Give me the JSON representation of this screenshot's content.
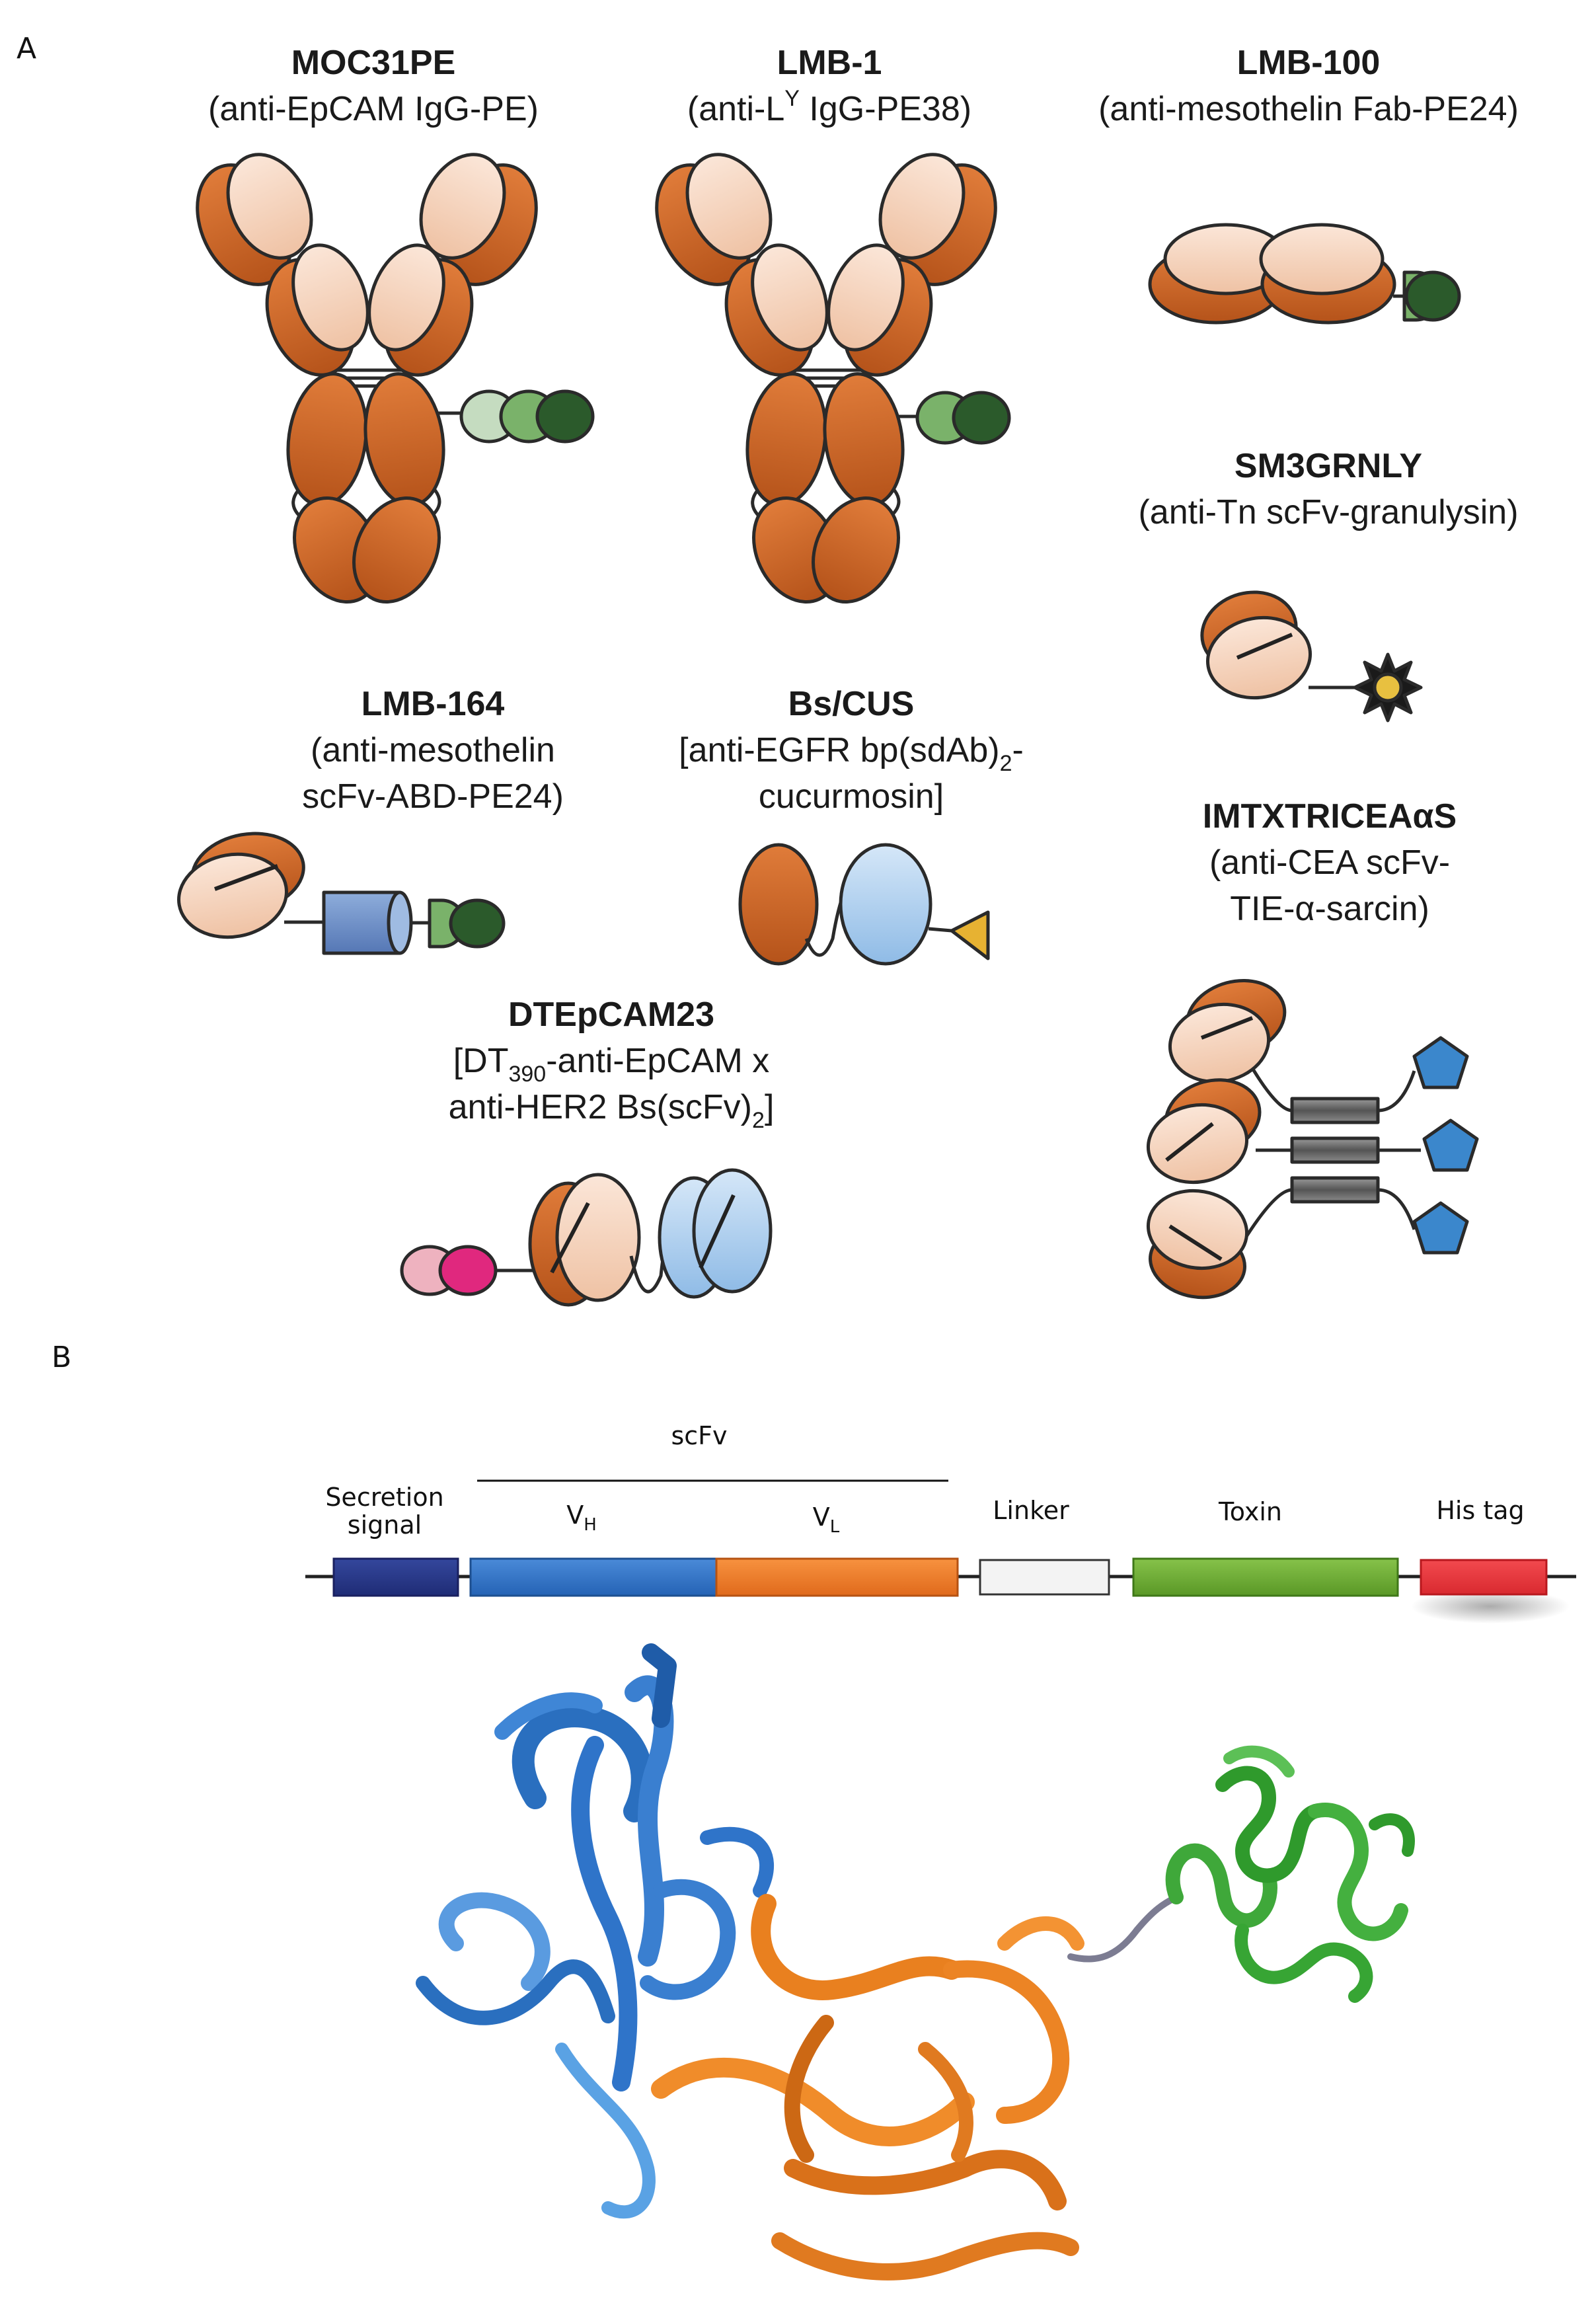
{
  "panels": {
    "a": "A",
    "b": "B"
  },
  "constructs": {
    "moc31pe": {
      "title": "MOC31PE",
      "line1": "(anti-EpCAM IgG-PE)"
    },
    "lmb1": {
      "title": "LMB-1",
      "line1_pre": "(anti-L",
      "line1_sup": "Y",
      "line1_post": " IgG-PE38)"
    },
    "lmb100": {
      "title": "LMB-100",
      "line1": "(anti-mesothelin Fab-PE24)"
    },
    "sm3grnly": {
      "title": "SM3GRNLY",
      "line1": "(anti-Tn scFv-granulysin)"
    },
    "lmb164": {
      "title": "LMB-164",
      "line1": "(anti-mesothelin",
      "line2": "scFv-ABD-PE24)"
    },
    "bscus": {
      "title": "Bs/CUS",
      "line1_pre": "[anti-EGFR bp(sdAb)",
      "line1_sub": "2",
      "line1_post": "-",
      "line2": "cucurmosin]"
    },
    "imtx": {
      "title": "IMTXTRICEAαS",
      "line1": "(anti-CEA scFv-",
      "line2": "TIE-α-sarcin)"
    },
    "dtepcam23": {
      "title": "DTEpCAM23",
      "line1_pre": "[DT",
      "line1_sub": "390",
      "line1_post": "-anti-EpCAM x",
      "line2_pre": "anti-HER2 Bs(scFv)",
      "line2_sub": "2",
      "line2_post": "]"
    }
  },
  "construct_b": {
    "group_label": "scFv",
    "segments": [
      {
        "label_line1": "Secretion",
        "label_line2": "signal",
        "color": "#2a3a8c"
      },
      {
        "label": "V",
        "sub": "H",
        "color": "#2f74c9"
      },
      {
        "label": "V",
        "sub": "L",
        "color": "#ef7a2a"
      },
      {
        "label": "Linker",
        "color": "#f2f2f2"
      },
      {
        "label": "Toxin",
        "color": "#6aaa2e"
      },
      {
        "label": "His tag",
        "color": "#e8353b"
      }
    ]
  },
  "colors": {
    "heavy": "#c8601e",
    "light": "#f6d4be",
    "vh_blue": "#a9cdee",
    "abd": "#6c8fc9",
    "toxin_dark": "#2b5a2b",
    "toxin_mid": "#7ab26a",
    "toxin_light": "#c5dcc0",
    "granulysin": "#e8c040",
    "cucurmosin": "#e7b232",
    "sarcin": "#3b87cc",
    "dt_light": "#eeb2bf",
    "dt_dark": "#e0287e"
  }
}
